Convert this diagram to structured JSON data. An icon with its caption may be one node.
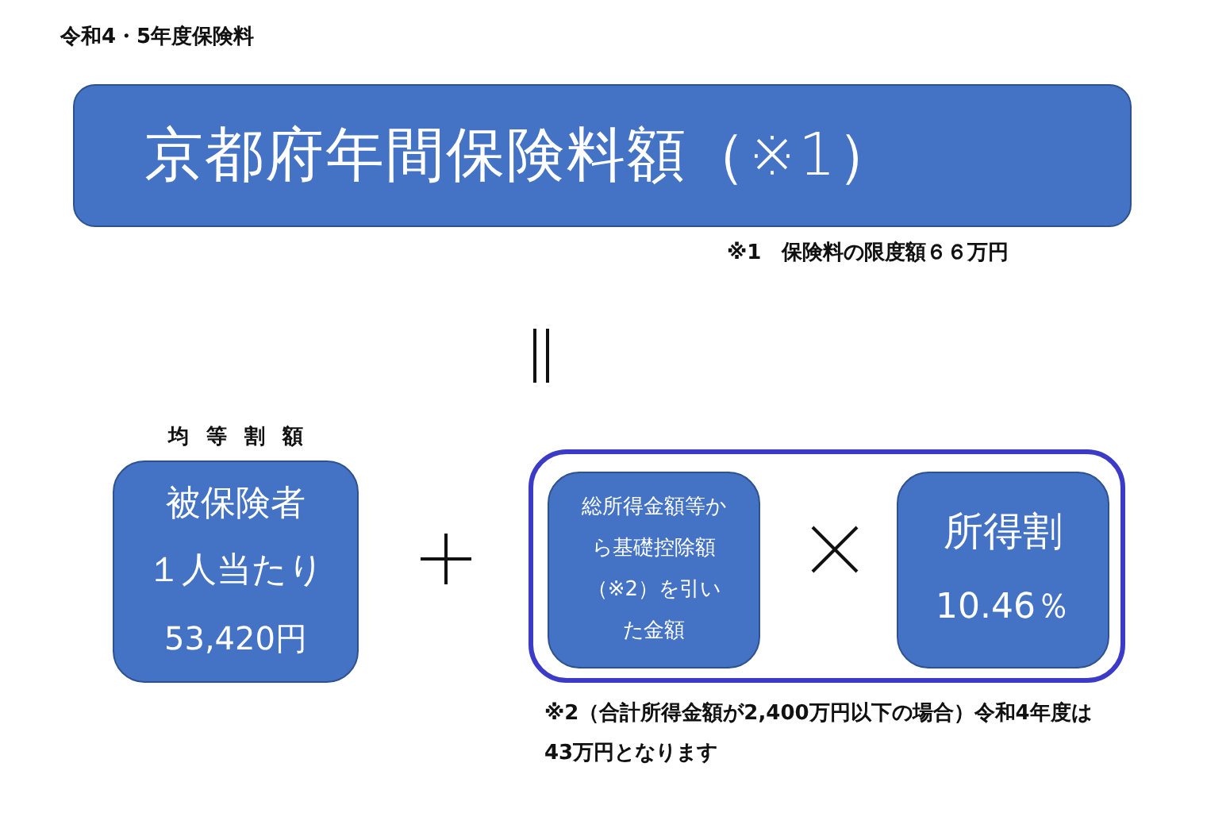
{
  "diagram": {
    "title": "令和4・5年度保険料",
    "nodes": [
      {
        "text": [
          "京都府年間保険料額（※1）"
        ],
        "beside": [
          "※1　保険料の限度額６６万円"
        ]
      },
      {
        "text": [
          "均等割額",
          "被保険者",
          "１人当たり",
          "53,420円"
        ]
      },
      {
        "text": [],
        "shape": "box",
        "beside": [
          "※2（合計所得金額が2,400万円以下の場合）令和4年度は43万円となります"
        ]
      },
      {
        "text": [
          "総所得金額等から基礎控除額（※2）を引いた金額"
        ],
        "in": 2
      },
      {
        "text": [
          "所得割",
          "10.46％"
        ],
        "in": 2
      }
    ]
  }
}
